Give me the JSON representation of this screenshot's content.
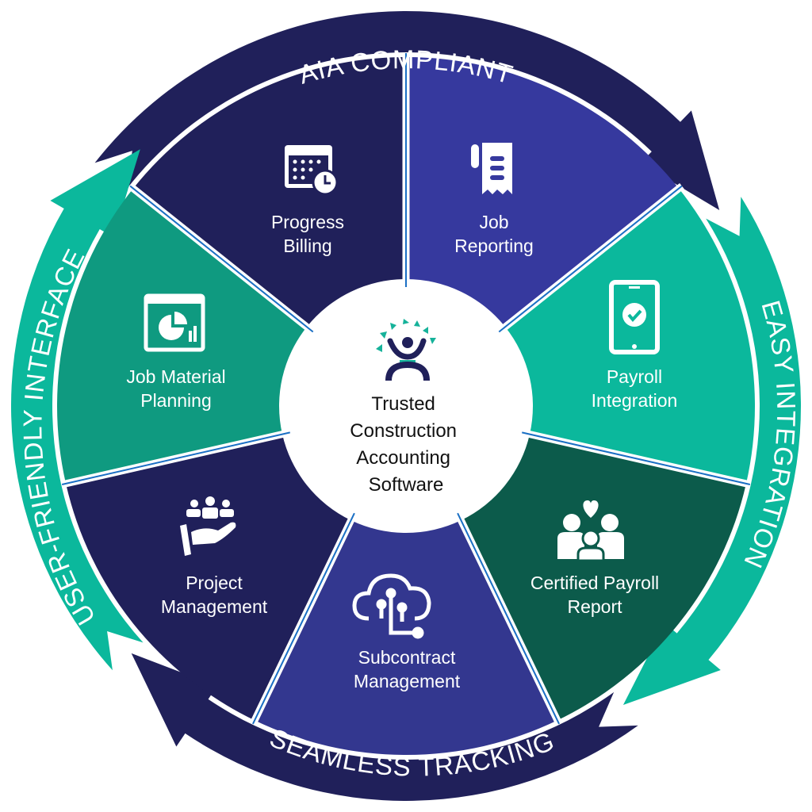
{
  "colors": {
    "navy": "#20205a",
    "indigo": "#36399e",
    "teal": "#0bb89c",
    "dark_green": "#0c5b4b",
    "sea_green": "#0f9a80",
    "divider_blue": "#1a6fc4"
  },
  "ring": {
    "top": "AIA COMPLIANT",
    "right": "EASY INTEGRATION",
    "bottom": "SEAMLESS TRACKING",
    "left": "USER-FRIENDLY INTERFACE"
  },
  "center": {
    "lines": [
      "Trusted",
      "Construction",
      "Accounting",
      "Software"
    ],
    "logo_icon": "person-with-sunburst-logo"
  },
  "segments": [
    {
      "lines": [
        "Job",
        "Reporting"
      ],
      "icon": "receipt-icon"
    },
    {
      "lines": [
        "Payroll",
        "Integration"
      ],
      "icon": "tablet-check-icon"
    },
    {
      "lines": [
        "Certified Payroll",
        "Report"
      ],
      "icon": "family-heart-icon"
    },
    {
      "lines": [
        "Subcontract",
        "Management"
      ],
      "icon": "cloud-network-icon"
    },
    {
      "lines": [
        "Project",
        "Management"
      ],
      "icon": "team-hand-icon"
    },
    {
      "lines": [
        "Job Material",
        "Planning"
      ],
      "icon": "dashboard-window-icon"
    },
    {
      "lines": [
        "Progress",
        "Billing"
      ],
      "icon": "calendar-clock-icon"
    }
  ]
}
